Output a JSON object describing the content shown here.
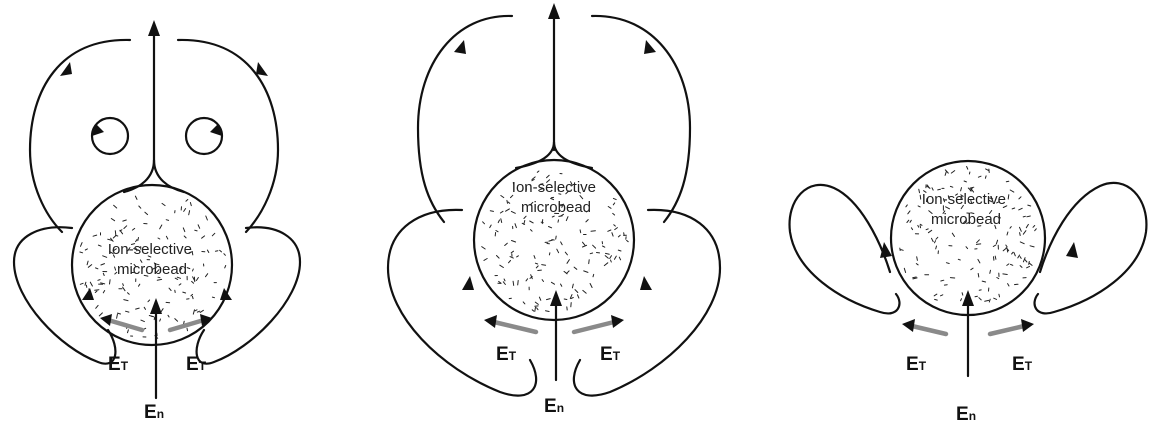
{
  "colors": {
    "ink": "#111111",
    "tangent_arrow": "#8a8a8a"
  },
  "panels": [
    {
      "bead_label": [
        "Ion-selective",
        "microbead"
      ],
      "et_left": {
        "main": "E",
        "sub": "T"
      },
      "et_right": {
        "main": "E",
        "sub": "T"
      },
      "en": {
        "main": "E",
        "sub": "n"
      }
    },
    {
      "bead_label": [
        "Ion-selective",
        "microbead"
      ],
      "et_left": {
        "main": "E",
        "sub": "T"
      },
      "et_right": {
        "main": "E",
        "sub": "T"
      },
      "en": {
        "main": "E",
        "sub": "n"
      }
    },
    {
      "bead_label": [
        "Ion-selective",
        "microbead"
      ],
      "et_left": {
        "main": "E",
        "sub": "T"
      },
      "et_right": {
        "main": "E",
        "sub": "T"
      },
      "en": {
        "main": "E",
        "sub": "n"
      }
    }
  ]
}
